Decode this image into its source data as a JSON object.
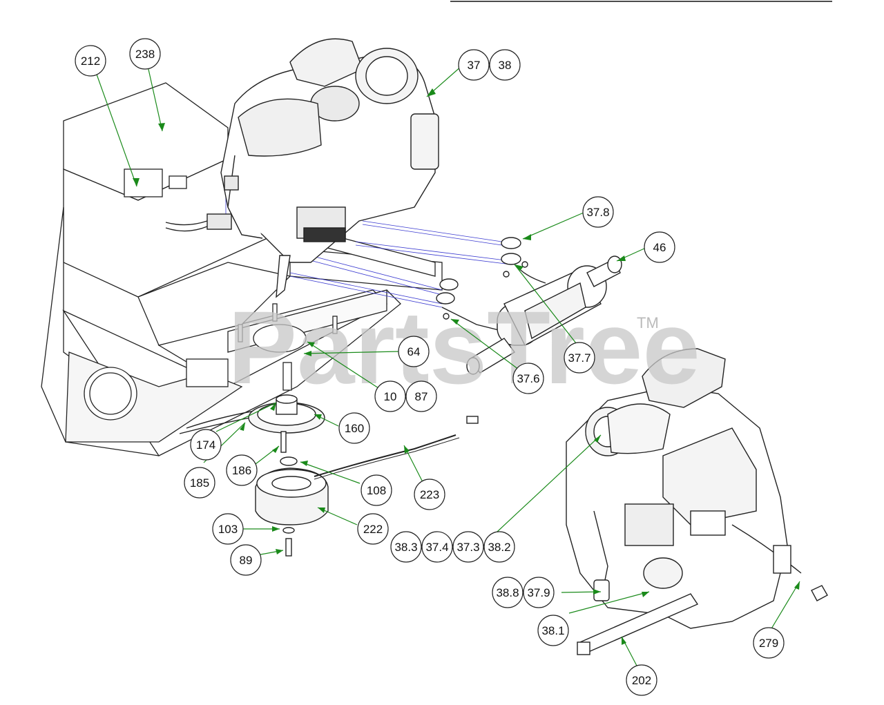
{
  "watermark": {
    "text": "PartsTree",
    "trademark": "TM"
  },
  "callouts": [
    {
      "id": "c212",
      "label": "212"
    },
    {
      "id": "c238",
      "label": "238"
    },
    {
      "id": "c37",
      "label": "37"
    },
    {
      "id": "c38",
      "label": "38"
    },
    {
      "id": "c37_8",
      "label": "37.8"
    },
    {
      "id": "c46",
      "label": "46"
    },
    {
      "id": "c37_7",
      "label": "37.7"
    },
    {
      "id": "c37_6",
      "label": "37.6"
    },
    {
      "id": "c64",
      "label": "64"
    },
    {
      "id": "c10",
      "label": "10"
    },
    {
      "id": "c87",
      "label": "87"
    },
    {
      "id": "c160",
      "label": "160"
    },
    {
      "id": "c174",
      "label": "174"
    },
    {
      "id": "c185",
      "label": "185"
    },
    {
      "id": "c186",
      "label": "186"
    },
    {
      "id": "c108",
      "label": "108"
    },
    {
      "id": "c223",
      "label": "223"
    },
    {
      "id": "c222",
      "label": "222"
    },
    {
      "id": "c103",
      "label": "103"
    },
    {
      "id": "c89",
      "label": "89"
    },
    {
      "id": "c38_3",
      "label": "38.3"
    },
    {
      "id": "c37_4",
      "label": "37.4"
    },
    {
      "id": "c37_3",
      "label": "37.3"
    },
    {
      "id": "c38_2",
      "label": "38.2"
    },
    {
      "id": "c38_8",
      "label": "38.8"
    },
    {
      "id": "c37_9",
      "label": "37.9"
    },
    {
      "id": "c38_1",
      "label": "38.1"
    },
    {
      "id": "c279",
      "label": "279"
    },
    {
      "id": "c202",
      "label": "202"
    }
  ],
  "colors": {
    "leader": "#1a8a1a",
    "line": "#222222",
    "accent_blue": "#3a3ad0",
    "watermark": "#c8c8c8"
  }
}
